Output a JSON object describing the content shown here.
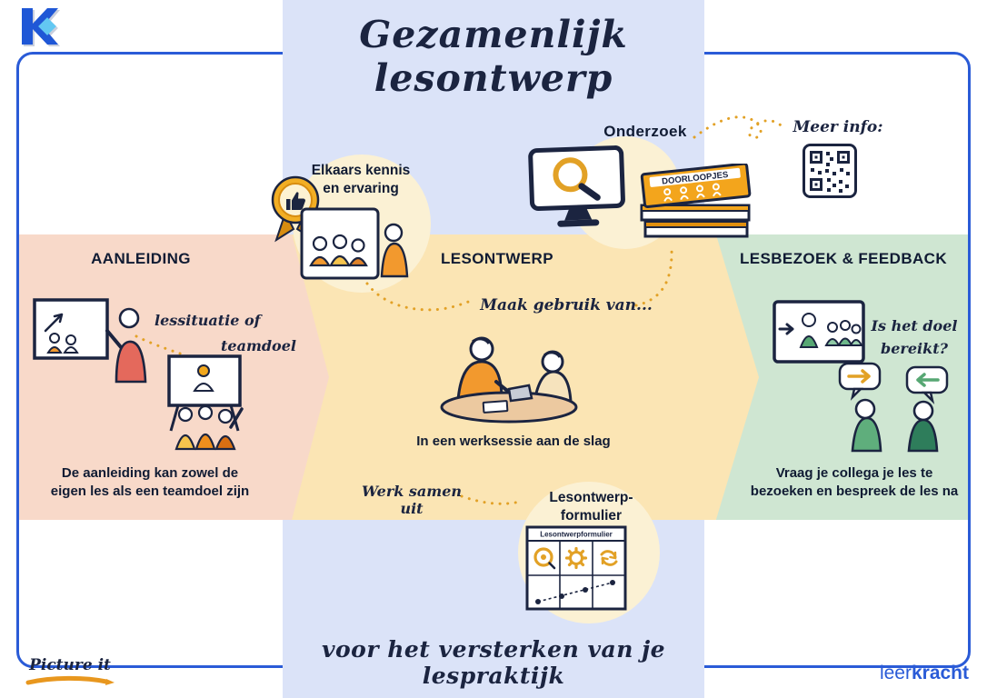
{
  "title": "Gezamenlijk lesontwerp",
  "tagline": "voor het versterken van je lespraktijk",
  "logos": {
    "picture_it": "Picture it",
    "leer": "leer",
    "kracht": "kracht"
  },
  "callouts": {
    "meer_info": "Meer info:",
    "onderzoek": "Onderzoek",
    "kennis_line1": "Elkaars kennis",
    "kennis_line2": "en ervaring",
    "doorloopjes": "DOORLOOPJES"
  },
  "aanleiding": {
    "heading": "AANLEIDING",
    "note1": "lessituatie of",
    "note2": "teamdoel",
    "caption1": "De aanleiding kan zowel de",
    "caption2": "eigen les als een teamdoel zijn"
  },
  "lesontwerp": {
    "heading": "LESONTWERP",
    "note_top": "Maak gebruik van...",
    "caption": "In een werksessie aan de slag",
    "note_bottom": "Werk samen uit",
    "form_label1": "Lesontwerp-",
    "form_label2": "formulier",
    "form_title": "Lesontwerpformulier"
  },
  "lesbezoek": {
    "heading": "LESBEZOEK & FEEDBACK",
    "note1": "Is het doel",
    "note2": "bereikt?",
    "caption1": "Vraag je collega je les te",
    "caption2": "bezoeken en bespreek de les na"
  },
  "colors": {
    "frame_blue": "#2a5bd7",
    "lavender_band": "#dbe3f8",
    "pink_band": "#f8d9c9",
    "orange_band": "#fbe5b4",
    "green_band": "#cfe6d2",
    "cream_circle": "#fbf1d4",
    "accent_orange": "#e2a126",
    "ink": "#1b2440",
    "leerkracht_blue": "#2a5bd7"
  }
}
